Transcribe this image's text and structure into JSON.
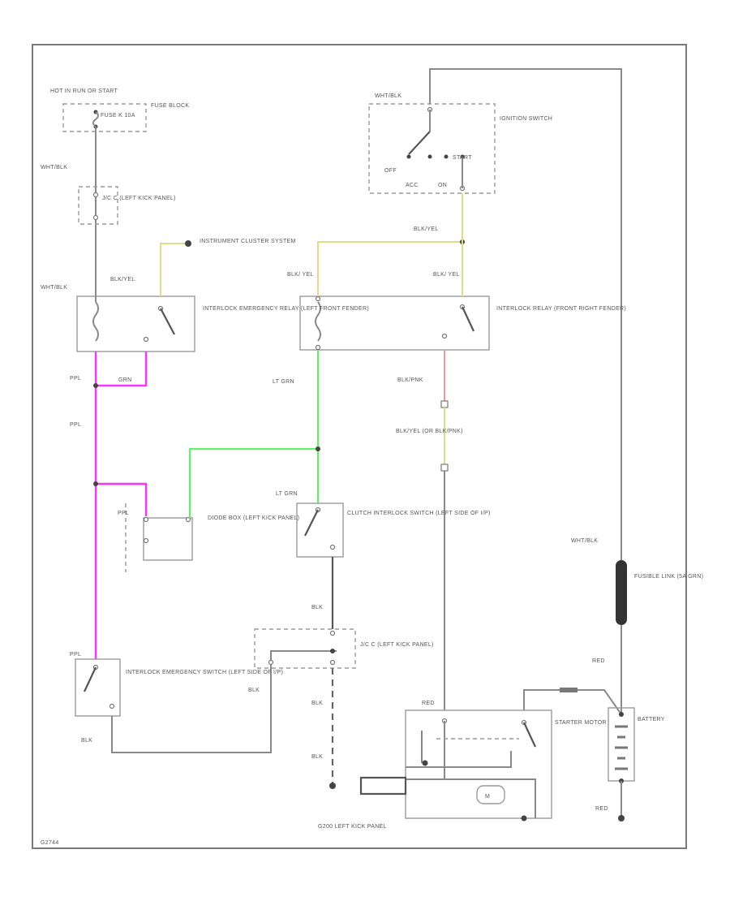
{
  "colors": {
    "ppl": "#ff33ff",
    "lt_grn": "#66ee66",
    "blk_yel": "#dddd88",
    "blk_pnk": "#ee9999",
    "wire": "#8a8a8a"
  },
  "labels": {
    "hot_in": "HOT IN RUN OR START",
    "fuse": "FUSE K 10A",
    "fuse_block": "FUSE BLOCK",
    "wht_blk_1": "WHT/BLK",
    "jc_left_1": "J/C C (LEFT KICK PANEL)",
    "wht_blk_2": "WHT/BLK",
    "blk_yel_1": "BLK/YEL",
    "instrument_cluster": "INSTRUMENT CLUSTER SYSTEM",
    "interlock_emergency_relay": "INTERLOCK EMERGENCY RELAY (LEFT FRONT FENDER)",
    "ppl_1": "PPL",
    "grn": "GRN",
    "ppl_2": "PPL",
    "ppl_3": "PPL",
    "diode_box": "DIODE BOX (LEFT KICK PANEL)",
    "ppl_4": "PPL",
    "interlock_emergency_switch": "INTERLOCK EMERGENCY SWITCH (LEFT SIDE OF I/P)",
    "blk_1": "BLK",
    "blk_2": "BLK",
    "lt_grn_1": "LT GRN",
    "lt_grn_2": "LT GRN",
    "clutch_switch": "CLUTCH INTERLOCK SWITCH (LEFT SIDE OF I/P)",
    "blk_3": "BLK",
    "jc_left_2": "J/C C (LEFT KICK PANEL)",
    "blk_4": "BLK",
    "blk_5": "BLK",
    "ground": "G200 LEFT KICK PANEL",
    "wht_blk_3": "WHT/BLK",
    "ignition_switch": "IGNITION SWITCH",
    "off": "OFF",
    "acc": "ACC",
    "on": "ON",
    "start": "START",
    "blk_yel_2": "BLK/YEL",
    "blk_yel_3": "BLK/ YEL",
    "blk_yel_4": "BLK/ YEL",
    "interlock_relay": "INTERLOCK RELAY (FRONT RIGHT FENDER)",
    "blk_pnk": "BLK/PNK",
    "blk_yel_or_pnk": "BLK/YEL (OR BLK/PNK)",
    "wht_blk_4": "WHT/BLK",
    "fusible_link": "FUSIBLE LINK (5A GRN)",
    "red_1": "RED",
    "red_2": "RED",
    "red_3": "RED",
    "starter_motor": "STARTER MOTOR",
    "battery": "BATTERY",
    "motor": "M",
    "fig_id": "G2744"
  }
}
